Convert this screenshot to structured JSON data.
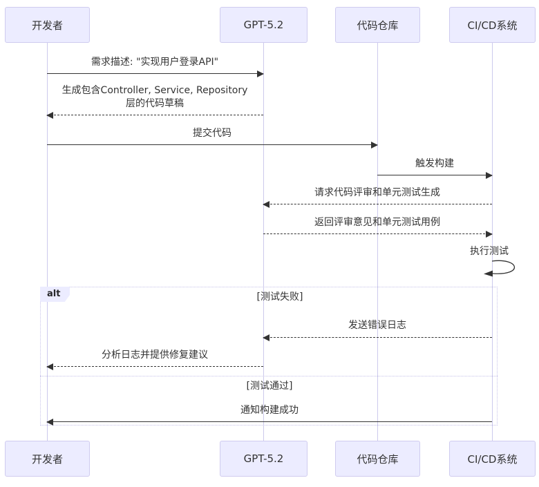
{
  "diagram_type": "sequence-diagram",
  "participants": [
    {
      "id": "developer",
      "label": "开发者"
    },
    {
      "id": "gpt",
      "label": "GPT-5.2"
    },
    {
      "id": "repo",
      "label": "代码仓库"
    },
    {
      "id": "cicd",
      "label": "CI/CD系统"
    }
  ],
  "messages": [
    {
      "from": "开发者",
      "to": "GPT-5.2",
      "line": "solid",
      "label": "需求描述: \"实现用户登录API\""
    },
    {
      "from": "GPT-5.2",
      "to": "开发者",
      "line": "dashed",
      "label": "生成包含Controller, Service, Repository 层的代码草稿"
    },
    {
      "from": "开发者",
      "to": "代码仓库",
      "line": "solid",
      "label": "提交代码"
    },
    {
      "from": "代码仓库",
      "to": "CI/CD系统",
      "line": "solid",
      "label": "触发构建"
    },
    {
      "from": "CI/CD系统",
      "to": "GPT-5.2",
      "line": "dashed",
      "label": "请求代码评审和单元测试生成"
    },
    {
      "from": "GPT-5.2",
      "to": "CI/CD系统",
      "line": "dashed",
      "label": "返回评审意见和单元测试用例"
    },
    {
      "from": "CI/CD系统",
      "to": "CI/CD系统",
      "line": "self",
      "label": "执行测试"
    },
    {
      "from": "CI/CD系统",
      "to": "GPT-5.2",
      "line": "dashed",
      "label": "发送错误日志"
    },
    {
      "from": "GPT-5.2",
      "to": "开发者",
      "line": "dashed",
      "label": "分析日志并提供修复建议"
    },
    {
      "from": "CI/CD系统",
      "to": "开发者",
      "line": "solid",
      "label": "通知构建成功"
    }
  ],
  "alt": {
    "keyword": "alt",
    "conditions": [
      "[测试失败]",
      "[测试通过]"
    ]
  },
  "colors": {
    "actor_fill": "#ECECFF",
    "actor_border": "#CFCBEF",
    "lifeline": "#CCC9EC",
    "frame_border": "#C5C1E9",
    "arrow": "#333333",
    "text": "#333333",
    "label_fill": "#ECECFF"
  }
}
